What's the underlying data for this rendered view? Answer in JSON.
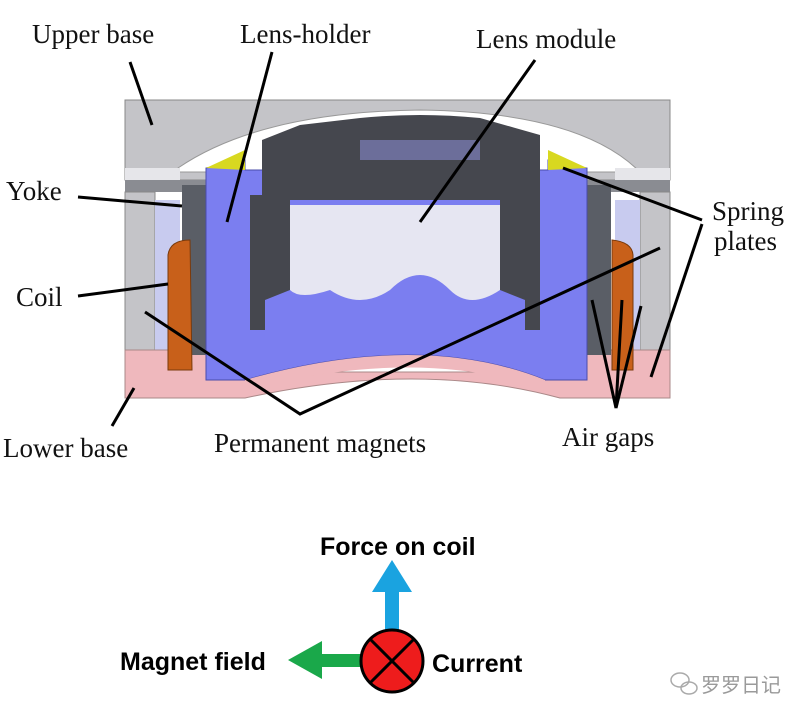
{
  "diagram": {
    "labels": {
      "upper_base": "Upper base",
      "lens_holder": "Lens-holder",
      "lens_module": "Lens module",
      "yoke": "Yoke",
      "coil": "Coil",
      "spring_plates_1": "Spring",
      "spring_plates_2": "plates",
      "lower_base": "Lower base",
      "permanent_magnets": "Permanent magnets",
      "air_gaps": "Air gaps"
    },
    "vectors": {
      "force": "Force on coil",
      "field": "Magnet field",
      "current": "Current"
    },
    "colors": {
      "force_arrow": "#1aa3e0",
      "field_arrow": "#1aa84a",
      "current_symbol": "#ee1c1c",
      "magnet": "#7b7ef0",
      "coil": "#c8601a",
      "yoke": "#5a5e66",
      "base": "#c8c8cc",
      "lower_base": "#efb8bd",
      "spring": "#d8d820"
    }
  },
  "watermark": "罗罗日记"
}
